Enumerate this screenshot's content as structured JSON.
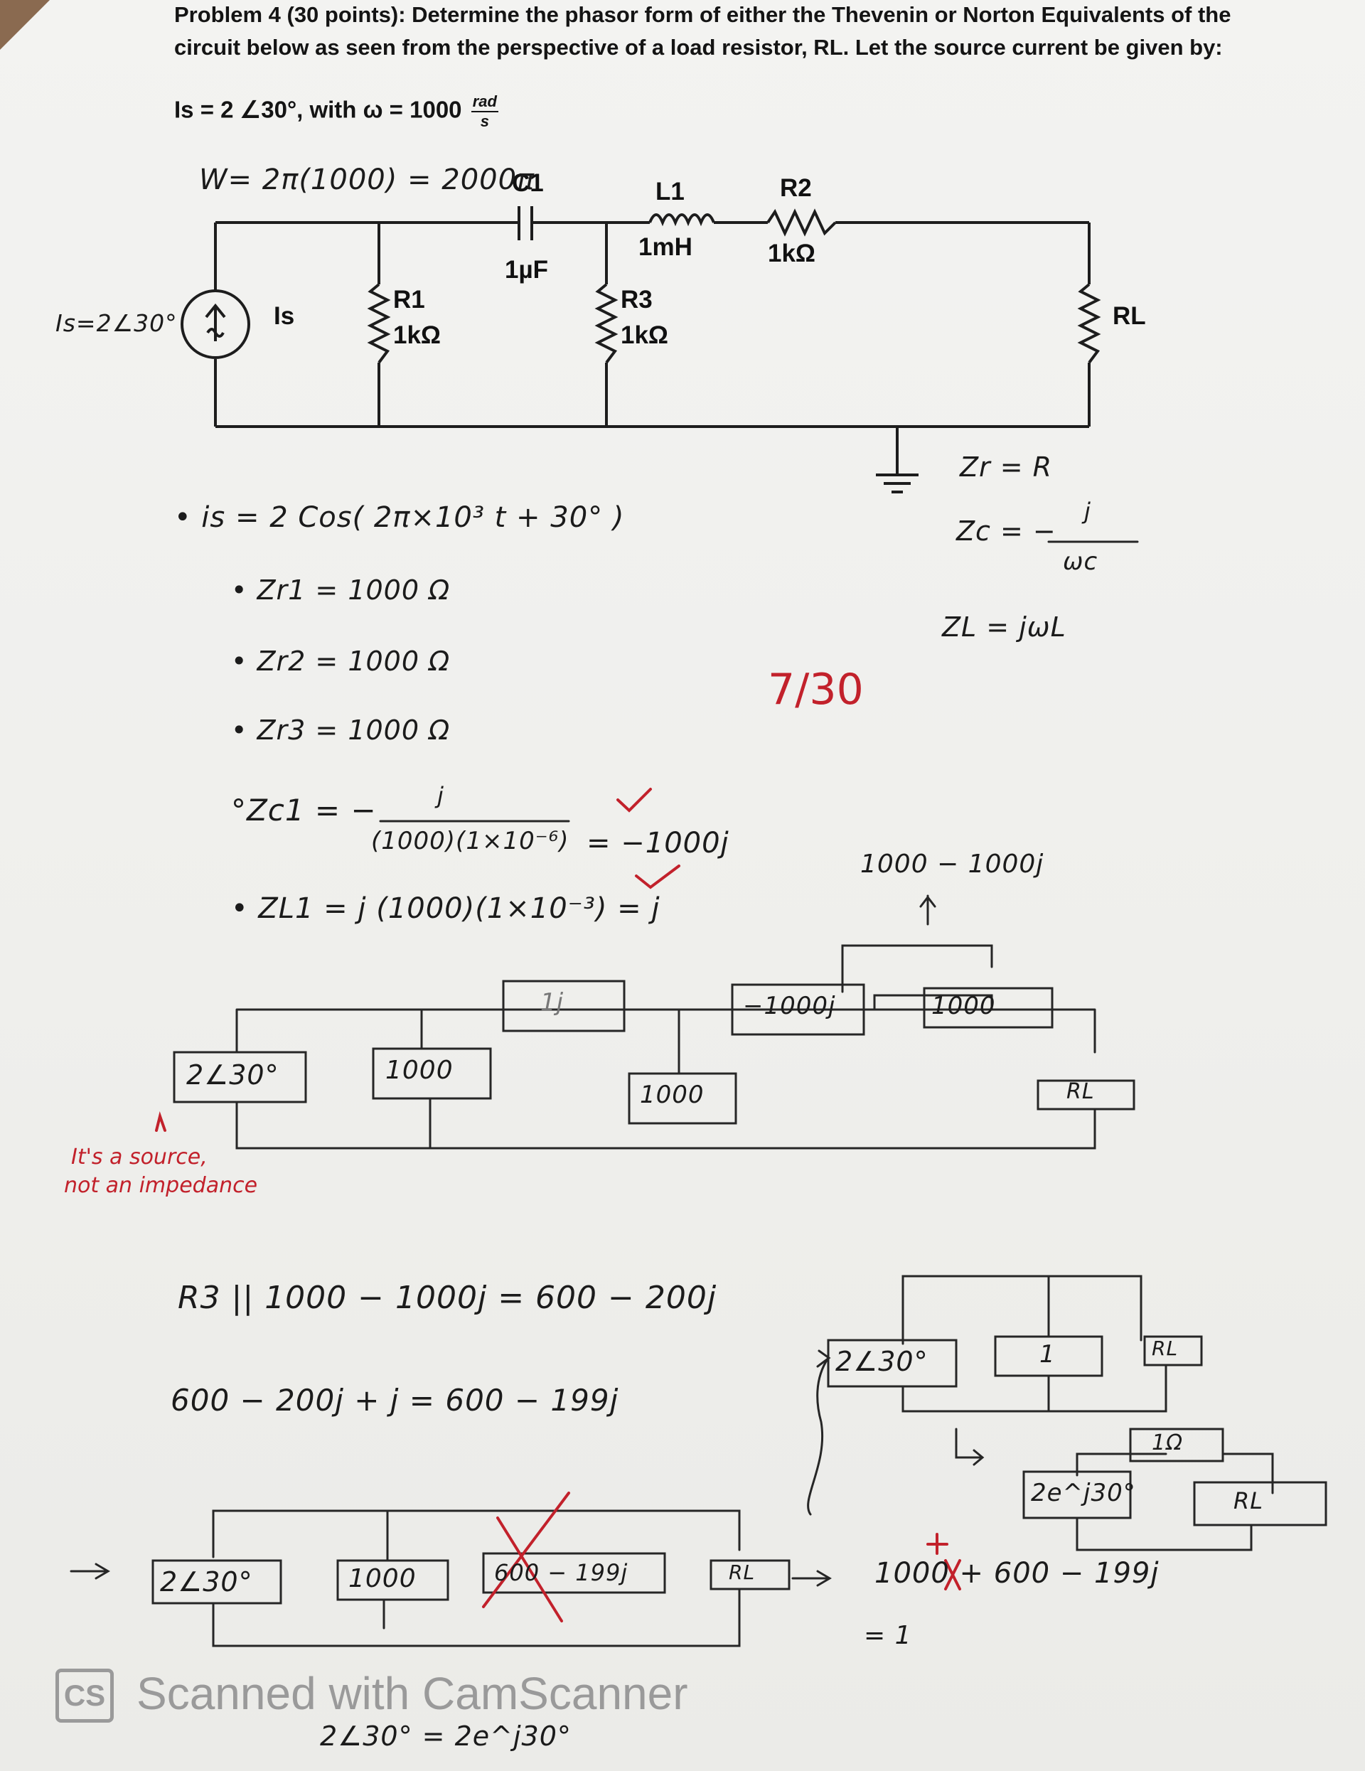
{
  "problem": {
    "title": "Problem 4 (30 points): Determine the phasor form of either the Thevenin or Norton Equivalents of the",
    "line2": "circuit below as seen from the perspective of a load resistor, RL. Let the source current be given by:",
    "given_pre": "Is = 2 ∠30°, with ω = 1000",
    "given_num": "rad",
    "given_den": "s"
  },
  "circuit": {
    "c1_name": "C1",
    "c1_value": "1µF",
    "l1_name": "L1",
    "l1_value": "1mH",
    "r2_name": "R2",
    "r2_value": "1kΩ",
    "r1_name": "R1",
    "r1_value": "1kΩ",
    "r3_name": "R3",
    "r3_value": "1kΩ",
    "is_name": "Is",
    "rl_name": "RL"
  },
  "handwriting": {
    "omega": "W= 2π(1000) = 2000π",
    "is_left": "Is=2∠30°",
    "is_time": "• is = 2 Cos( 2π×10³ t + 30° )",
    "zr1": "• Zr1 = 1000 Ω",
    "zr2": "• Zr2 = 1000 Ω",
    "zr3": "• Zr3 = 1000 Ω",
    "zc1_lhs": "°Zc1 =  −",
    "zc1_num": "j",
    "zc1_den": "(1000)(1×10⁻⁶)",
    "zc1_result": "= −1000j",
    "zl1": "• ZL1 = j (1000)(1×10⁻³) = j",
    "zr": "Zr = R",
    "zc": "Zc = −",
    "zc_num": "j",
    "zc_den": "ωc",
    "zl": "ZL = jωL",
    "series": "1000 − 1000j",
    "box_src": "2∠30°",
    "box_1000a": "1000",
    "box_j": "1j",
    "box_neg": "−1000j",
    "box_1000b": "1000",
    "box_1000c": "1000",
    "box_rl": "RL",
    "parallel": "R3 || 1000 − 1000j = 600 − 200j",
    "sum": "600 − 200j + j = 600 − 199j",
    "box2_src": "2∠30°",
    "box2_1": "1",
    "box2_rl": "RL",
    "box3_src": "2e^j30°",
    "box3_1": "1Ω",
    "box3_rl": "RL",
    "box4_src": "2∠30°",
    "box4_1000": "1000",
    "box4_x": "600 − 199j",
    "box4_rl": "RL",
    "arrow_expr": "1000 + 600 − 199j",
    "eq1": "= 1",
    "bottom": "2∠30° = 2e^j30°"
  },
  "grading": {
    "score": "7/30",
    "note1": "It's a source,",
    "note2": "not an impedance"
  },
  "watermark": {
    "badge": "CS",
    "text": "Scanned with CamScanner"
  }
}
